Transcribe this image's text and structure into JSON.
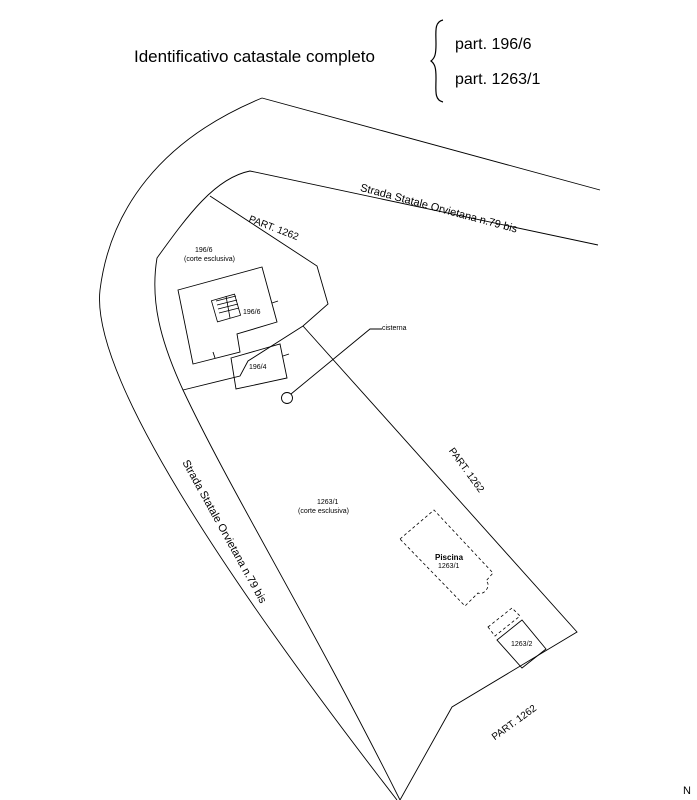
{
  "header": {
    "title": "Identificativo catastale completo",
    "parts": [
      "part. 196/6",
      "part. 1263/1"
    ]
  },
  "map": {
    "road_top": "Strada Statale Orvietana n.79 bis",
    "road_left": "Strada Statale Orvietana n.79 bis",
    "parcel_labels": {
      "part_1262_top": "PART. 1262",
      "part_1262_right": "PART. 1262",
      "part_1262_bottom": "PART. 1262",
      "lot_196_6": "196/6",
      "lot_196_6_note": "(corte esclusiva)",
      "building_196_6": "196/6",
      "building_196_4": "196/4",
      "lot_1263_1": "1263/1",
      "lot_1263_1_note": "(corte esclusiva)",
      "pool_title": "Piscina",
      "pool_code": "1263/1",
      "shed": "1263/2",
      "cistern": "cisterna"
    },
    "north_label": "N"
  }
}
